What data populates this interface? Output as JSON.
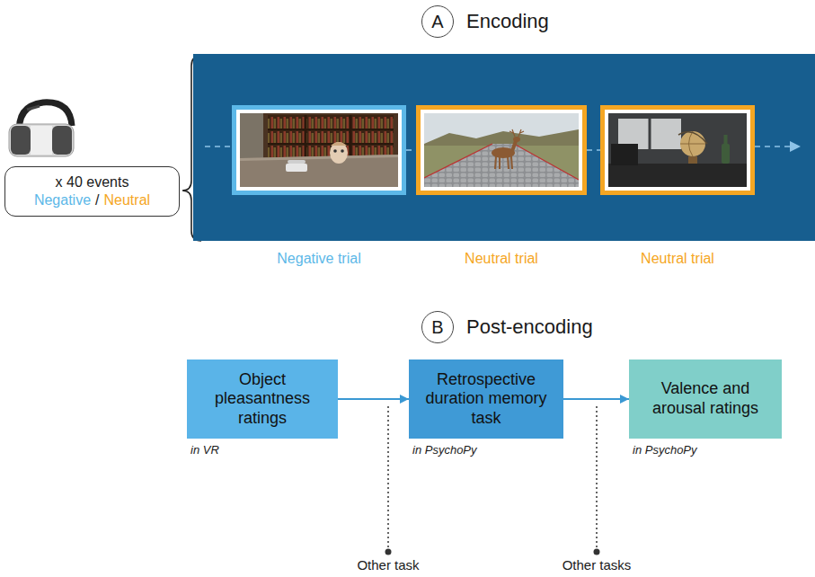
{
  "diagram": {
    "nodes": [
      {
        "text": [
          "A",
          "Encoding"
        ]
      },
      {
        "text": [
          "x 40 events",
          "Negative",
          "/",
          "Neutral"
        ]
      },
      {
        "text": [
          "Negative trial"
        ]
      },
      {
        "text": [
          "Neutral trial"
        ]
      },
      {
        "text": [
          "Neutral trial"
        ]
      },
      {
        "text": [
          "B",
          "Post-encoding"
        ]
      },
      {
        "text": [
          "Object pleasantness ratings",
          "in VR"
        ]
      },
      {
        "text": [
          "Retrospective duration memory task",
          "in PsychoPy"
        ]
      },
      {
        "text": [
          "Valence and arousal ratings",
          "in PsychoPy"
        ]
      }
    ],
    "edges": [
      {
        "from": 2,
        "to": 3,
        "arrow": "none"
      },
      {
        "from": 3,
        "to": 4,
        "arrow": "none"
      },
      {
        "from": 6,
        "to": 7,
        "arrow": "to"
      },
      {
        "from": 7,
        "to": 8,
        "arrow": "to"
      }
    ],
    "labels": [
      "Other task",
      "Other tasks"
    ]
  }
}
